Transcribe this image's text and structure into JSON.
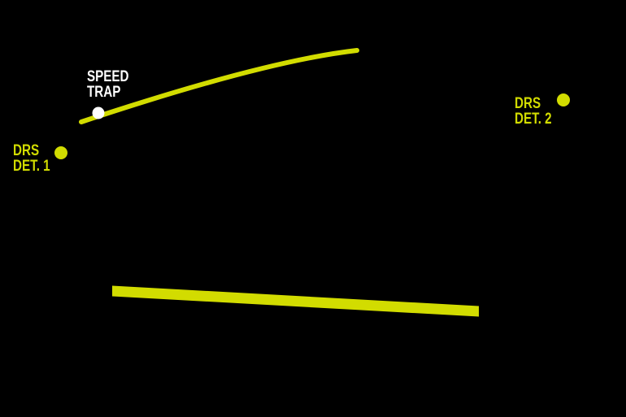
{
  "canvas": {
    "background": "#000000"
  },
  "colors": {
    "accent_yellow": "#d2dc00",
    "marker_white": "#ffffff"
  },
  "labels": {
    "speed_trap": {
      "line1": "SPEED",
      "line2": "TRAP"
    },
    "drs_det_1": {
      "line1": "DRS",
      "line2": "DET. 1"
    },
    "drs_det_2": {
      "line1": "DRS",
      "line2": "DET. 2"
    }
  }
}
